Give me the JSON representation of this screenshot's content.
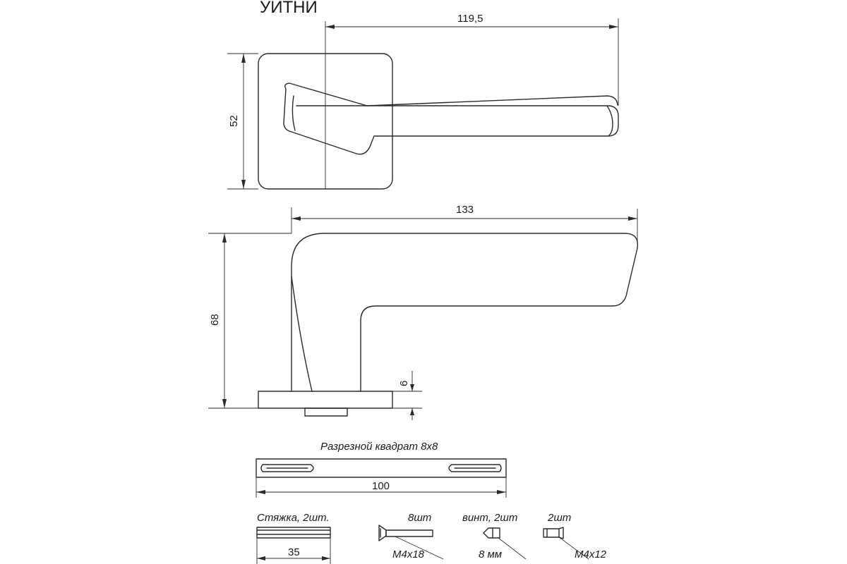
{
  "title": "УИТНИ",
  "dimensions": {
    "handle_length": "119,5",
    "rosette_height": "52",
    "overall_length": "133",
    "overall_height": "68",
    "rosette_thickness": "6",
    "spindle_length": "100",
    "bolt_length": "35"
  },
  "parts": {
    "spindle_label": "Разрезной квадрат 8х8",
    "bolt_label": "Стяжка, 2шт.",
    "screw_count": "8шт",
    "screw_spec": "М4х18",
    "grub_label": "винт, 2шт",
    "grub_spec": "8 мм",
    "nut_count": "2шт",
    "nut_spec": "М4х12"
  }
}
